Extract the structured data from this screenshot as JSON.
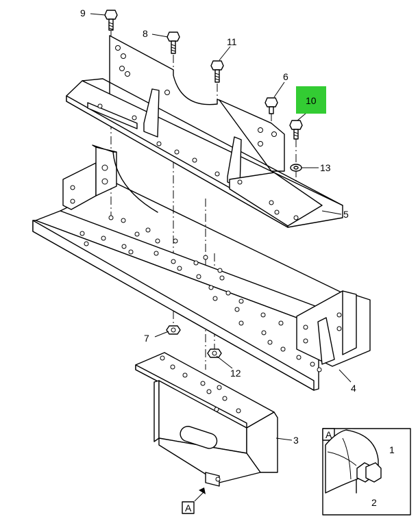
{
  "callouts": {
    "c1": "1",
    "c2": "2",
    "c3": "3",
    "c4": "4",
    "c5": "5",
    "c6": "6",
    "c7": "7",
    "c8": "8",
    "c9": "9",
    "c10": "10",
    "c11": "11",
    "c12": "12",
    "c13": "13"
  },
  "view_ref": "A",
  "detail_view": "A",
  "colors": {
    "highlight": "#33cc33",
    "line": "#000000",
    "background": "#ffffff"
  }
}
